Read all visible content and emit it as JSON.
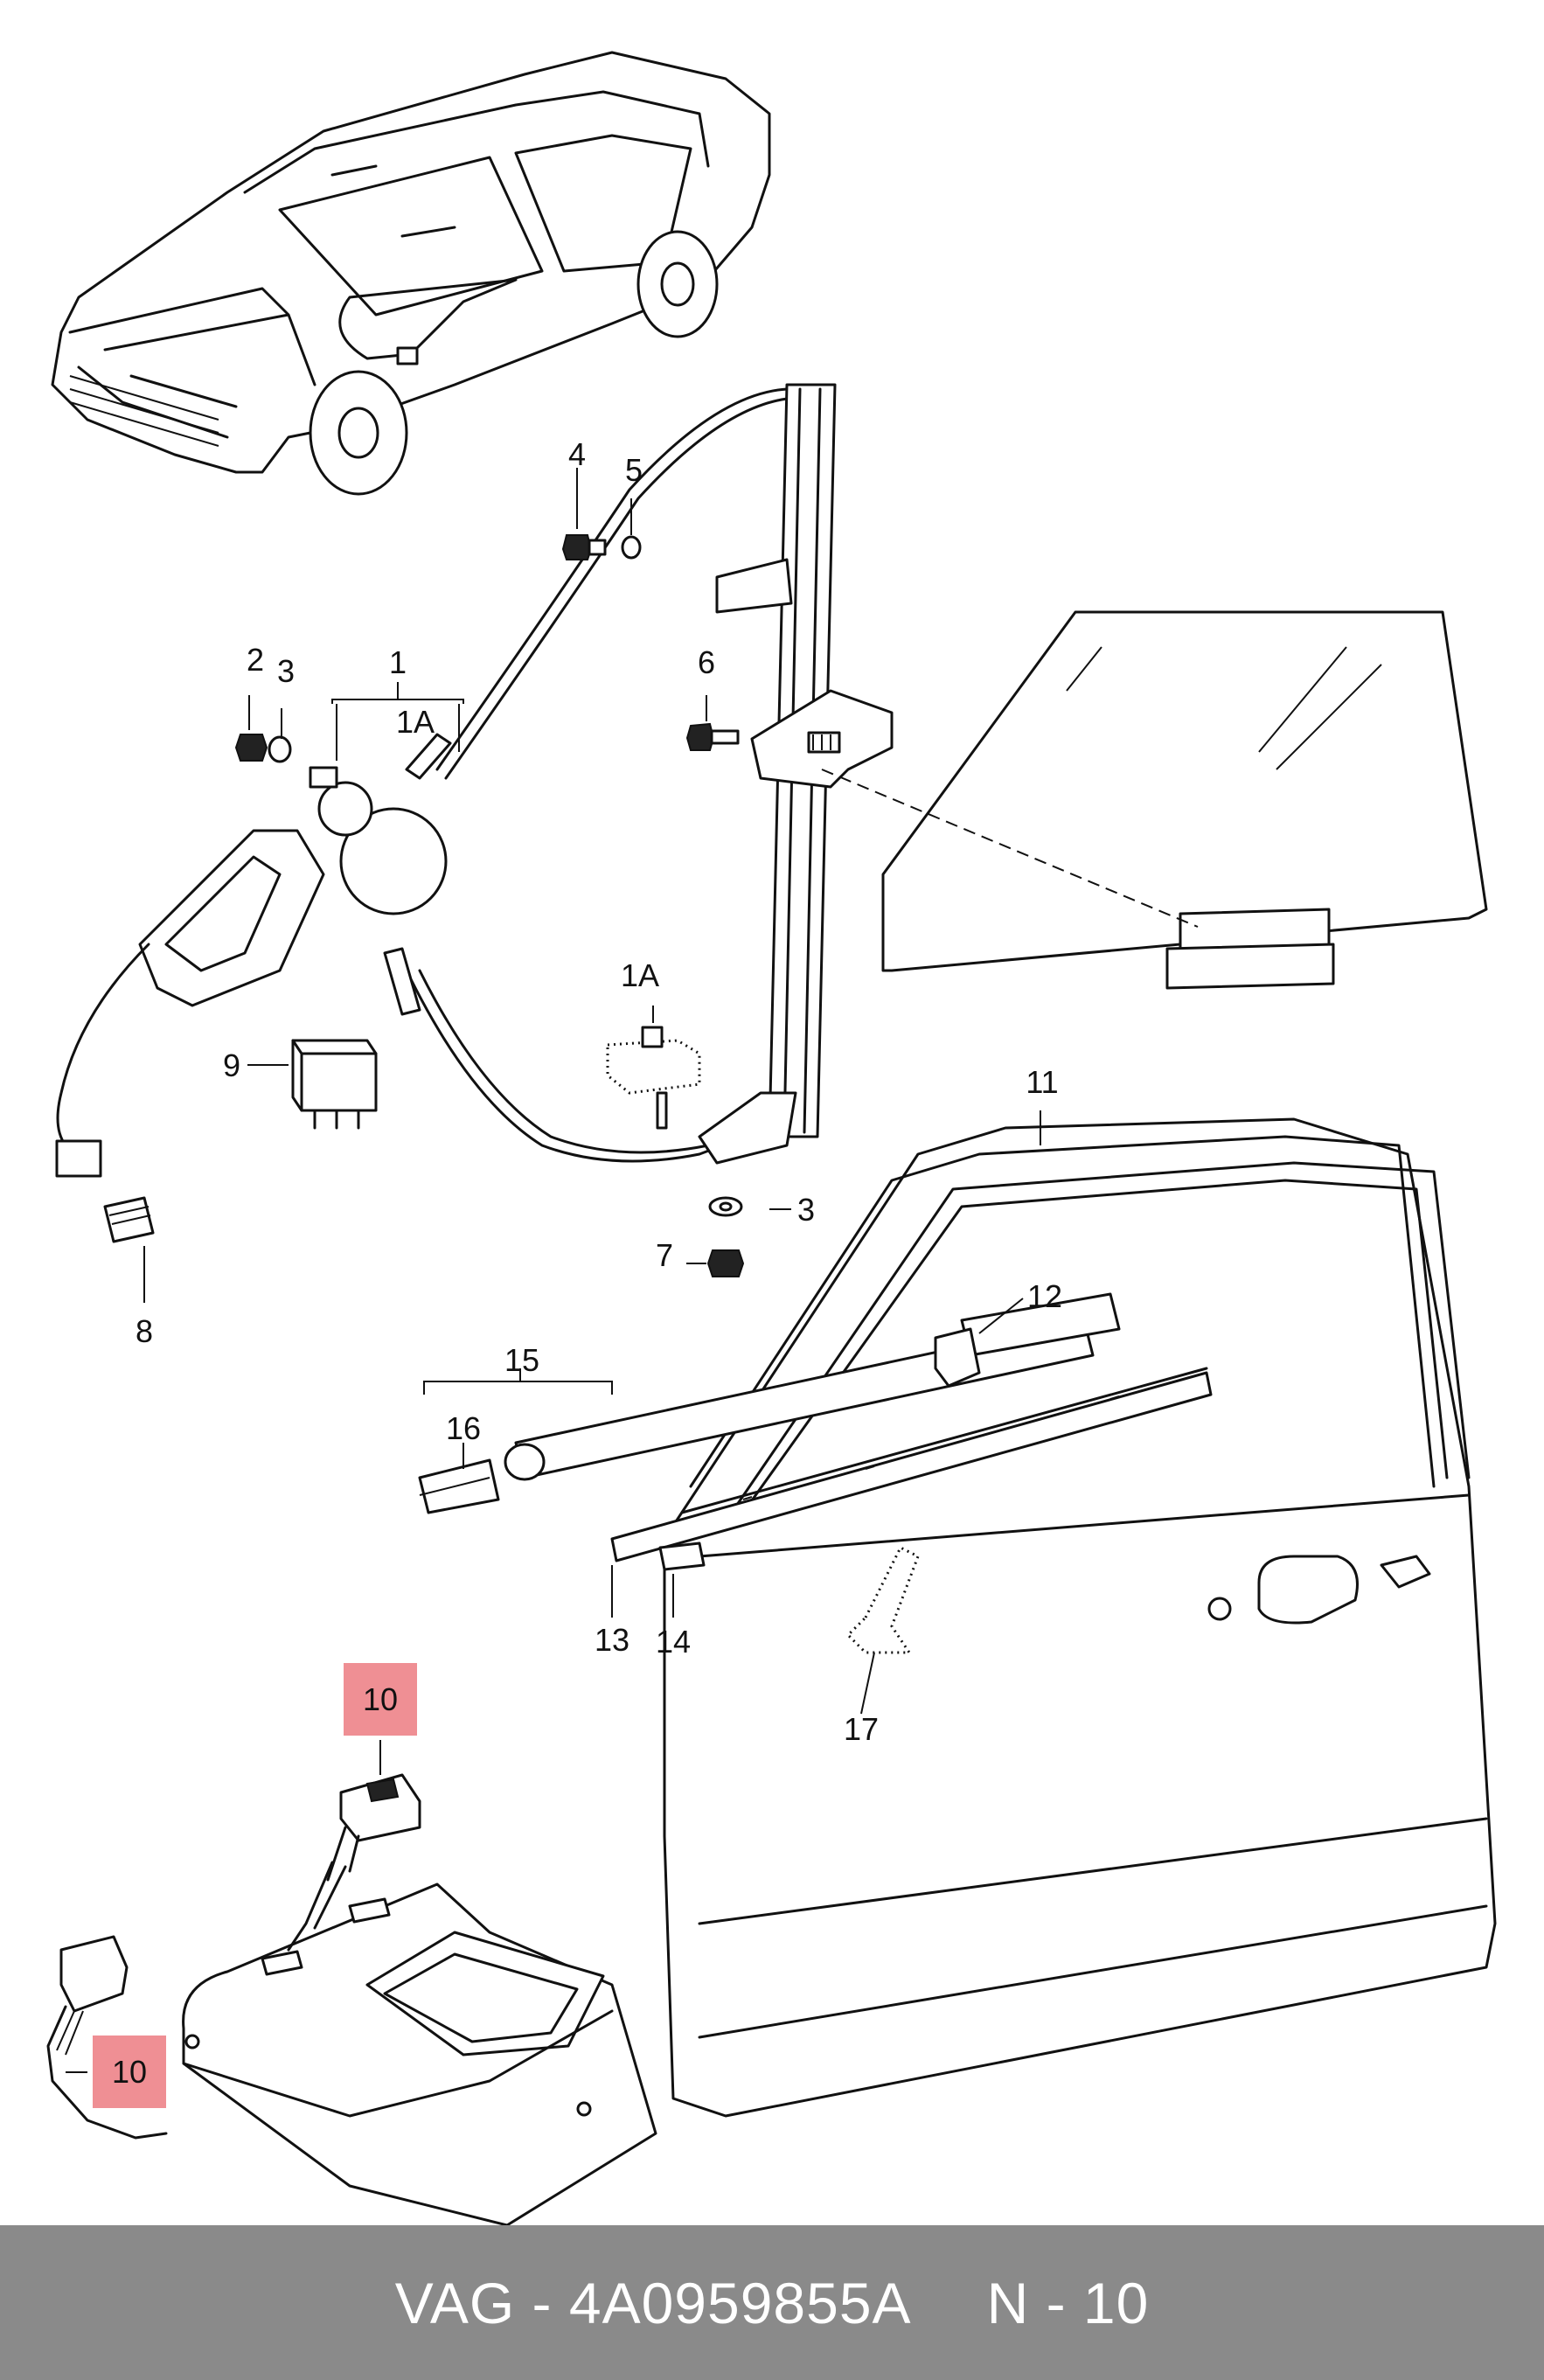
{
  "diagram": {
    "callouts": [
      {
        "id": "c1",
        "text": "1"
      },
      {
        "id": "c1a_top",
        "text": "1A"
      },
      {
        "id": "c1a_mid",
        "text": "1A"
      },
      {
        "id": "c2",
        "text": "2"
      },
      {
        "id": "c3_top",
        "text": "3"
      },
      {
        "id": "c3_bot",
        "text": "3"
      },
      {
        "id": "c4",
        "text": "4"
      },
      {
        "id": "c5",
        "text": "5"
      },
      {
        "id": "c6",
        "text": "6"
      },
      {
        "id": "c7",
        "text": "7"
      },
      {
        "id": "c8",
        "text": "8"
      },
      {
        "id": "c9",
        "text": "9"
      },
      {
        "id": "c10_top",
        "text": "10"
      },
      {
        "id": "c10_bot",
        "text": "10"
      },
      {
        "id": "c11",
        "text": "11"
      },
      {
        "id": "c12",
        "text": "12"
      },
      {
        "id": "c13",
        "text": "13"
      },
      {
        "id": "c14",
        "text": "14"
      },
      {
        "id": "c15",
        "text": "15"
      },
      {
        "id": "c16",
        "text": "16"
      },
      {
        "id": "c17",
        "text": "17"
      }
    ],
    "highlight_color": "#ef8f94"
  },
  "footer": {
    "brand": "VAG",
    "separator": "-",
    "part_number": "4A0959855A",
    "ref": "N - 10",
    "background": "#8a8a8a"
  }
}
